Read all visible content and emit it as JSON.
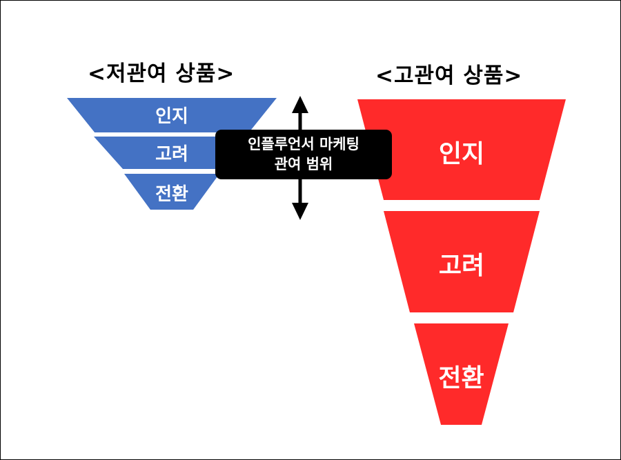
{
  "colors": {
    "low_funnel": "#4472c4",
    "high_funnel": "#ff2a2a",
    "callout_bg": "#000000",
    "text_on_shape": "#ffffff"
  },
  "low_involvement": {
    "title": "<저관여 상품>",
    "stages": [
      "인지",
      "고려",
      "전환"
    ]
  },
  "high_involvement": {
    "title": "<고관여 상품>",
    "stages": [
      "인지",
      "고려",
      "전환"
    ]
  },
  "callout": {
    "line1": "인플루언서 마케팅",
    "line2": "관여 범위"
  },
  "arrow": {
    "icon": "double-headed-vertical-arrow"
  }
}
